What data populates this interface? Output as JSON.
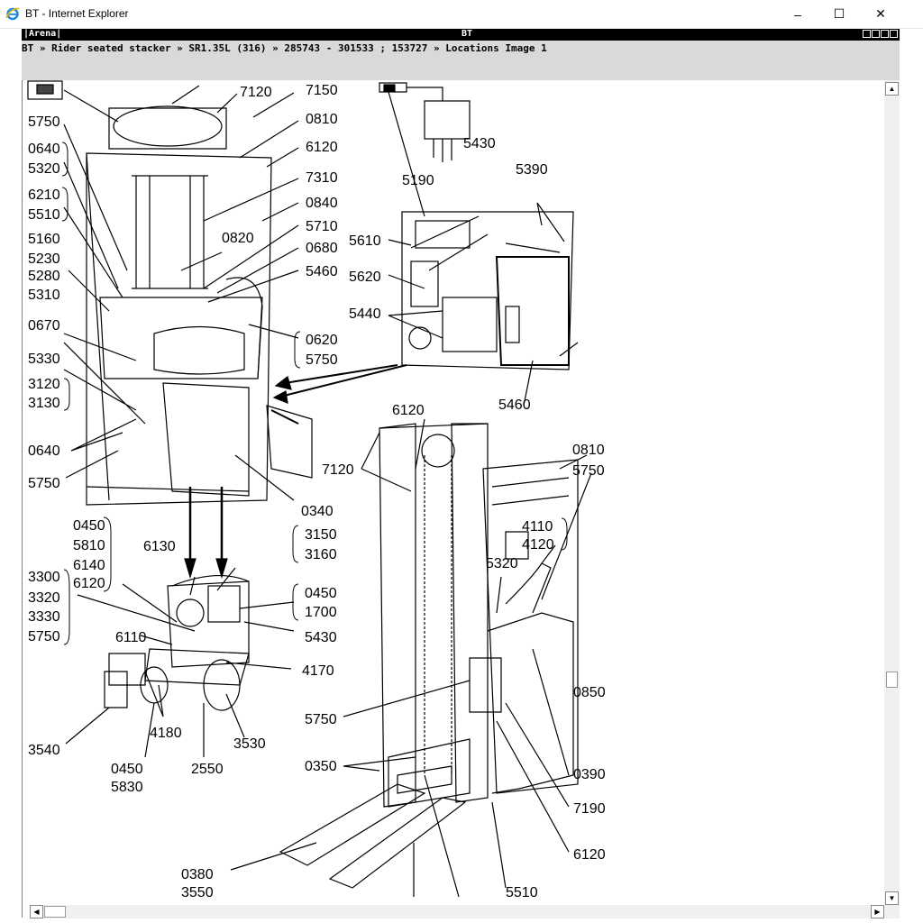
{
  "window": {
    "title": "BT - Internet Explorer",
    "minimize": "–",
    "maximize": "☐",
    "close": "✕"
  },
  "arena": {
    "left": "|Arena|",
    "center": "BT"
  },
  "breadcrumb": "BT » Rider seated stacker » SR1.35L (316) » 285743 - 301533 ; 153727 » Locations Image 1",
  "callouts": {
    "c7120a": "7120",
    "c7150": "7150",
    "c5750a": "5750",
    "c0810a": "0810",
    "c0640a": "0640",
    "c5320a": "5320",
    "c6120a": "6120",
    "c7310": "7310",
    "c6210": "6210",
    "c5510a": "5510",
    "c0840": "0840",
    "c5710": "5710",
    "c0680": "0680",
    "c5160": "5160",
    "c5230": "5230",
    "c5280": "5280",
    "c5310": "5310",
    "c0820": "0820",
    "c5460a": "5460",
    "c0670": "0670",
    "c0620": "0620",
    "c5750b": "5750",
    "c5330": "5330",
    "c3120": "3120",
    "c3130": "3130",
    "c0640b": "0640",
    "c5750c": "5750",
    "c0340": "0340",
    "c5430a": "5430",
    "c5190": "5190",
    "c5390": "5390",
    "c5610": "5610",
    "c5620": "5620",
    "c5440": "5440",
    "c5460b": "5460",
    "c6120b": "6120",
    "c0810b": "0810",
    "c5750d": "5750",
    "c7120b": "7120",
    "c4110": "4110",
    "c4120": "4120",
    "c5320b": "5320",
    "c0450a": "0450",
    "c5810": "5810",
    "c6140": "6140",
    "c6120c": "6120",
    "c6130": "6130",
    "c3150": "3150",
    "c3160": "3160",
    "c3300": "3300",
    "c3320": "3320",
    "c3330": "3330",
    "c5750e": "5750",
    "c0450b": "0450",
    "c1700": "1700",
    "c5430b": "5430",
    "c6110": "6110",
    "c4170": "4170",
    "c0850": "0850",
    "c5750f": "5750",
    "c4180": "4180",
    "c3530": "3530",
    "c3540": "3540",
    "c0450c": "0450",
    "c5830": "5830",
    "c2550": "2550",
    "c0350": "0350",
    "c0390": "0390",
    "c7190": "7190",
    "c6120d": "6120",
    "c0380": "0380",
    "c3550": "3550",
    "c5510b": "5510"
  }
}
